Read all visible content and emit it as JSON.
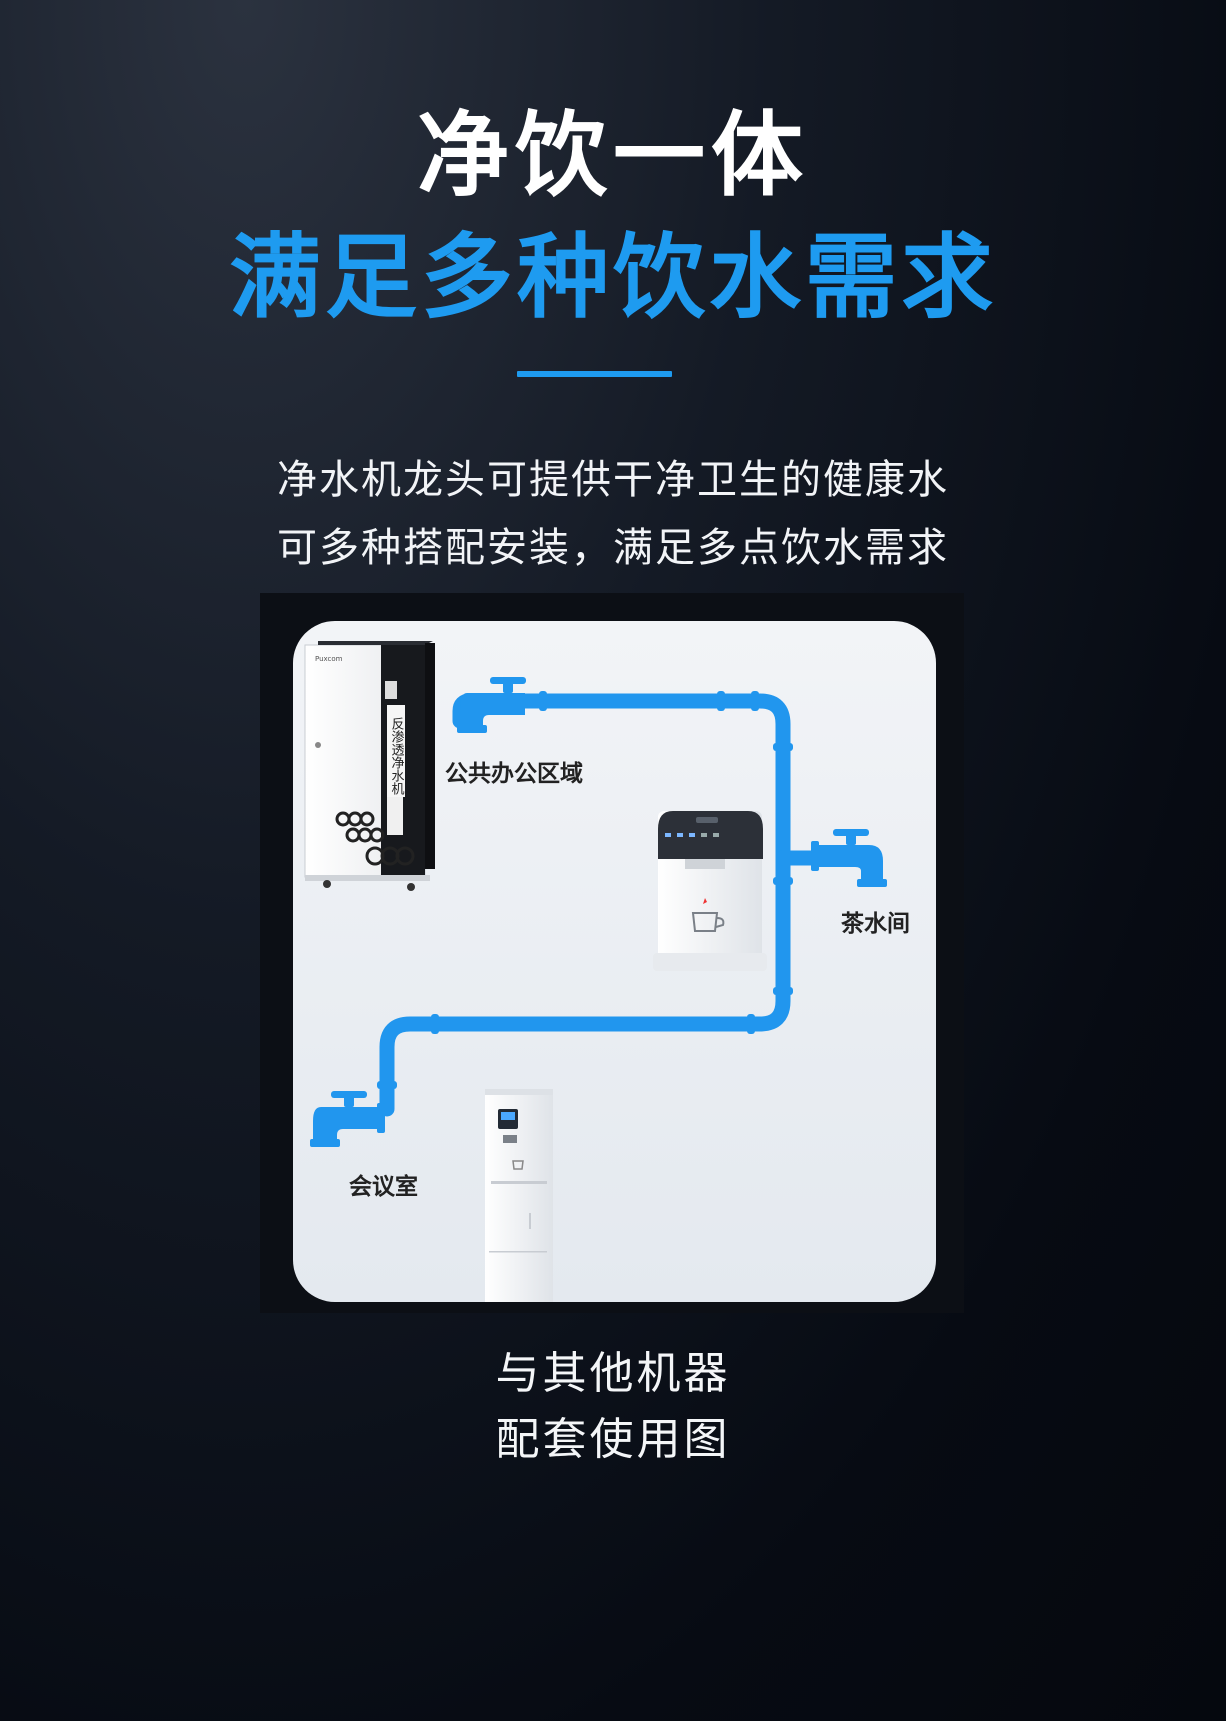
{
  "title": {
    "line1": "净饮一体",
    "line2": "满足多种饮水需求"
  },
  "description": {
    "line1": "净水机龙头可提供干净卫生的健康水",
    "line2": "可多种搭配安装，满足多点饮水需求"
  },
  "diagram": {
    "purifier_label": "反渗透净水机",
    "purifier_brand": "Puxcom",
    "locations": {
      "office": "公共办公区域",
      "tea_room": "茶水间",
      "meeting_room": "会议室"
    }
  },
  "caption": {
    "line1": "与其他机器",
    "line2": "配套使用图"
  },
  "colors": {
    "accent_blue": "#1e9bf0",
    "pipe_blue": "#2196ee",
    "background": "#0a0e16"
  }
}
